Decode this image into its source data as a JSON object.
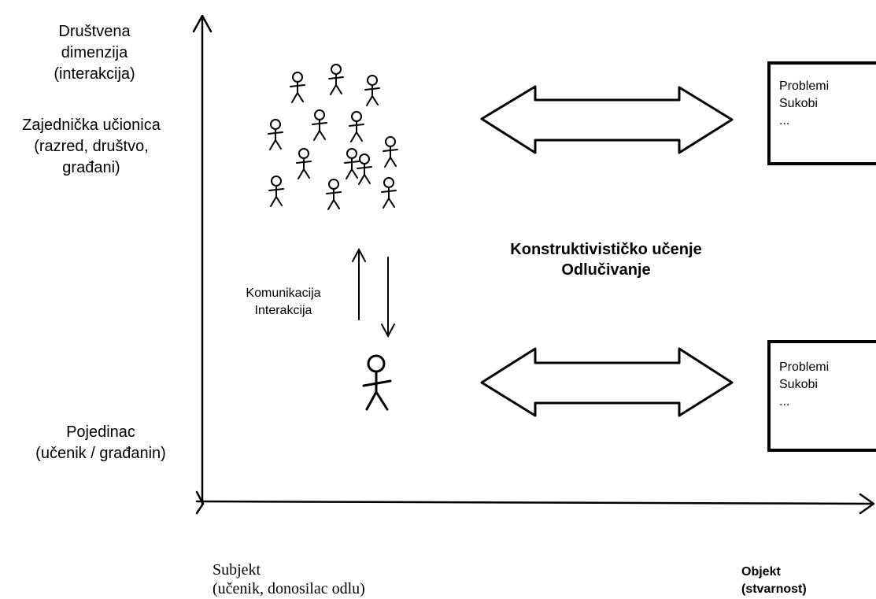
{
  "y_axis_labels": {
    "social": [
      "Društvena",
      "dimenzija",
      "(interakcija)"
    ],
    "classroom": [
      "Zajednička učionica",
      "(razred, društvo,",
      "građani)"
    ],
    "individual": [
      "Pojedinac",
      "(učenik / građanin)"
    ]
  },
  "center": {
    "line1": "Konstruktivističko učenje",
    "line2": "Odlučivanje"
  },
  "communication": {
    "line1": "Komunikacija",
    "line2": "Interakcija"
  },
  "boxes": [
    {
      "lines": [
        "Problemi",
        "Sukobi",
        "..."
      ]
    },
    {
      "lines": [
        "Problemi",
        "Sukobi",
        "..."
      ]
    }
  ],
  "x_axis_labels": {
    "subject_line1": "Subjekt",
    "subject_line2": "(učenik, donosilac odlu)",
    "object_line1": "Objekt",
    "object_line2": "(stvarnost)"
  },
  "icons": {
    "group": "group-of-stick-figures-icon",
    "individual": "stick-figure-icon"
  }
}
